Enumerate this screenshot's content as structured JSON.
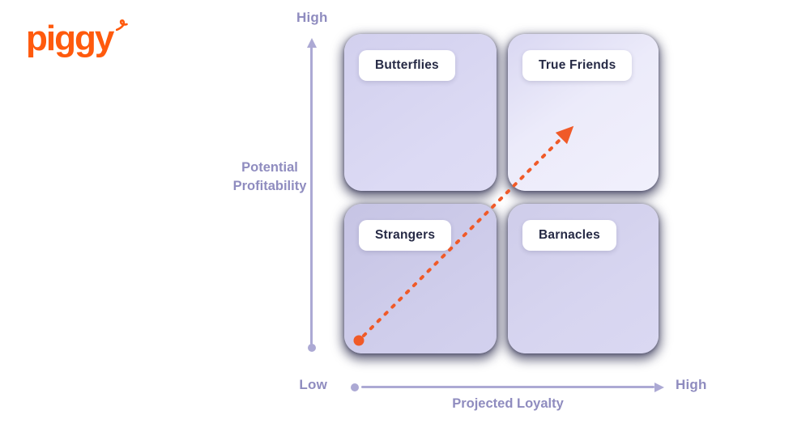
{
  "logo": {
    "text": "piggy",
    "color": "#FF5A0D"
  },
  "axes": {
    "y": {
      "top_label": "High",
      "title_line1": "Potential",
      "title_line2": "Profitability"
    },
    "x": {
      "left_label": "Low",
      "right_label": "High",
      "title": "Projected Loyalty"
    }
  },
  "quadrants": [
    {
      "label": "Butterflies"
    },
    {
      "label": "True Friends"
    },
    {
      "label": "Strangers"
    },
    {
      "label": "Barnacles"
    }
  ],
  "arrow": {
    "color": "#F05A28"
  },
  "icons": {
    "logo_curl": "pig-tail-curl",
    "y_axis_arrowhead": "triangle-up",
    "x_axis_arrowhead": "triangle-right",
    "growth_arrow": "diagonal-dashed-arrow"
  },
  "colors": {
    "accent_orange": "#FF5A0D",
    "arrow_orange": "#F05A28",
    "axis_line": "#ACA9D4",
    "axis_text": "#8F8CBF",
    "card_lavender_light": "#ECEBFA",
    "card_lavender": "#D7D5F0",
    "card_lavender_dark": "#CCCAE8",
    "pill_text": "#262A45",
    "background": "#FFFFFF"
  }
}
